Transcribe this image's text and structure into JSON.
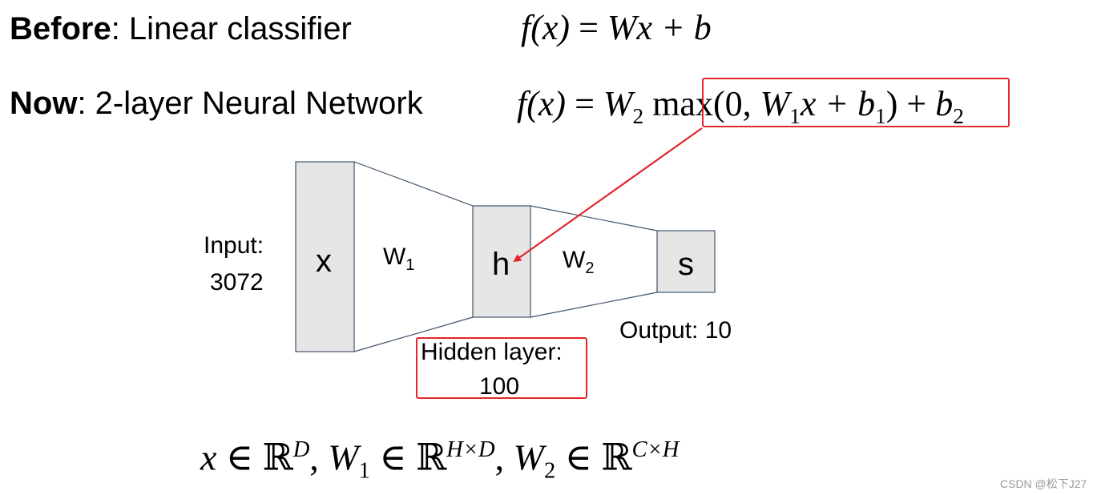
{
  "before": {
    "label": "Before",
    "text": ": Linear classifier",
    "formula": {
      "lhs": "f(x)",
      "eq": " = ",
      "rhs": "Wx + b"
    }
  },
  "now": {
    "label": "Now",
    "text": ": 2-layer Neural Network",
    "formula": {
      "lhs": "f(x)",
      "eq": " = ",
      "w2": "W",
      "w2_sub": "2",
      "max_open": "max(0, ",
      "w1": "W",
      "w1_sub": "1",
      "x_plus": "x + ",
      "b1": "b",
      "b1_sub": "1",
      "max_close": ")",
      "plus_b2": "+ ",
      "b2": "b",
      "b2_sub": "2"
    }
  },
  "network": {
    "input_label_line1": "Input:",
    "input_label_line2": "3072",
    "x_node": "x",
    "w1_label": "W",
    "w1_sub": "1",
    "h_node": "h",
    "w2_label": "W",
    "w2_sub": "2",
    "s_node": "s",
    "hidden_label_line1": "Hidden layer:",
    "hidden_label_line2": "100",
    "output_label": "Output: 10",
    "box_fill": "#e7e6e6",
    "box_stroke": "#41546e",
    "highlight_color": "#e3262b"
  },
  "dims": {
    "x": "x",
    "in1": " ∈ ℝ",
    "d": "D",
    "comma1": ", ",
    "w1": "W",
    "w1_sub": "1",
    "in2": " ∈ ℝ",
    "hd": "H×D",
    "comma2": ", ",
    "w2": "W",
    "w2_sub": "2",
    "in3": " ∈ ℝ",
    "ch": "C×H"
  },
  "watermark": "CSDN @松下J27"
}
